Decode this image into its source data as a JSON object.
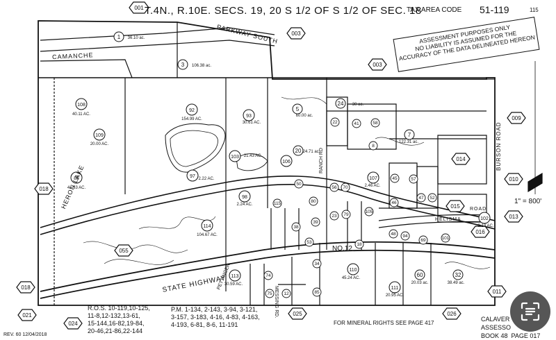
{
  "header": {
    "title": "T.4N., R.10E. SECS. 19, 20 S 1/2 OF S 1/2 OF SEC. 18",
    "tax_area_label": "TAX AREA CODE",
    "tax_area_code": "51-119",
    "page_number": "115"
  },
  "disclaimer": {
    "line1": "ASSESSMENT PURPOSES ONLY",
    "line2": "NO LIABILITY IS ASSUMED FOR THE",
    "line3": "ACCURACY OF THE DATA DELINEATED HEREON"
  },
  "scale": "1\" = 800'",
  "roads": {
    "parkway": "PARKWAY SOUTH",
    "camanche": "CAMANCHE",
    "heron": "HERON LAKE",
    "state_highway": "STATE     HIGHWAY",
    "no12": "NO.12",
    "burson": "BURSON ROAD",
    "helisma": "HELISMA",
    "road": "ROAD",
    "messing": "MESSING RD.",
    "pettinger": "PETTINGER",
    "ranch": "RANCH RD"
  },
  "book_pages": [
    "001",
    "003",
    "003",
    "009",
    "010",
    "013",
    "016",
    "018",
    "011",
    "021",
    "024",
    "025",
    "026",
    "018",
    "014",
    "015",
    "055"
  ],
  "parcels": [
    {
      "n": "1",
      "a": "36.10 ac."
    },
    {
      "n": "3",
      "a": "106.38 ac."
    },
    {
      "n": "5",
      "a": "60.00 ac."
    },
    {
      "n": "108",
      "a": "40.11 AC."
    },
    {
      "n": "109",
      "a": "20.00 AC."
    },
    {
      "n": "88",
      "a": "41.53 AC."
    },
    {
      "n": "92",
      "a": "154.99 AC."
    },
    {
      "n": "93",
      "a": "30.61 AC."
    },
    {
      "n": "103",
      "a": "21.43 AC."
    },
    {
      "n": "97",
      "a": "2.22 AC."
    },
    {
      "n": "98",
      "a": "2.24 AC."
    },
    {
      "n": "114",
      "a": "104.67 AC."
    },
    {
      "n": "106",
      "a": ""
    },
    {
      "n": "20",
      "a": "24.71 ac."
    },
    {
      "n": "24",
      "a": "30 ac."
    },
    {
      "n": "7",
      "a": "122.31 ac."
    },
    {
      "n": "107",
      "a": "2.46 AC."
    },
    {
      "n": "102",
      "a": "3.13 AC."
    },
    {
      "n": "110",
      "a": "45.24 AC."
    },
    {
      "n": "111",
      "a": "20.95 AC."
    },
    {
      "n": "60",
      "a": "20.03 ac."
    },
    {
      "n": "32",
      "a": "38.49 ac."
    },
    {
      "n": "113",
      "a": "30.59 AC."
    }
  ],
  "small_parcels": [
    "22",
    "41",
    "58",
    "8",
    "50",
    "56",
    "70",
    "115",
    "80",
    "23",
    "79",
    "105",
    "38",
    "39",
    "53",
    "57",
    "45",
    "46",
    "47",
    "52",
    "48",
    "94",
    "69",
    "101",
    "18",
    "74",
    "75",
    "85",
    "34",
    "12"
  ],
  "notes": {
    "ros": "R.O.S. 10-119,10-125,\n11-8,12-132,13-61,\n15-144,16-82,19-84,\n20-46,21-86,22-144",
    "pm": "P.M. 1-134, 2-143, 3-94, 3-121,\n3-157, 3-183, 4-16, 4-83, 4-163,\n4-193, 6-81, 8-6, 11-191",
    "mineral": "FOR MINERAL RIGHTS SEE PAGE 417",
    "rev": "REV.   60   12/04/2018",
    "county": "CALAVER\nASSESSO\nBOOK 48  PAGE 017"
  },
  "scan_button_label": "scan"
}
